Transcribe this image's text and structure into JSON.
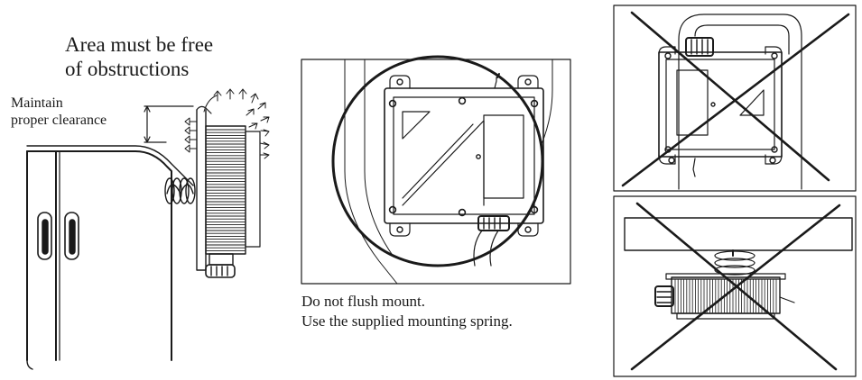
{
  "clearance_panel": {
    "heading_line1": "Area must be free",
    "heading_line2": "of obstructions",
    "clearance_line1": "Maintain",
    "clearance_line2": "proper clearance"
  },
  "correct_mount_panel": {
    "note_line1": "Do not flush mount.",
    "note_line2": "Use the supplied mounting spring."
  },
  "incorrect_panels": [
    {
      "status": "incorrect"
    },
    {
      "status": "incorrect"
    }
  ]
}
